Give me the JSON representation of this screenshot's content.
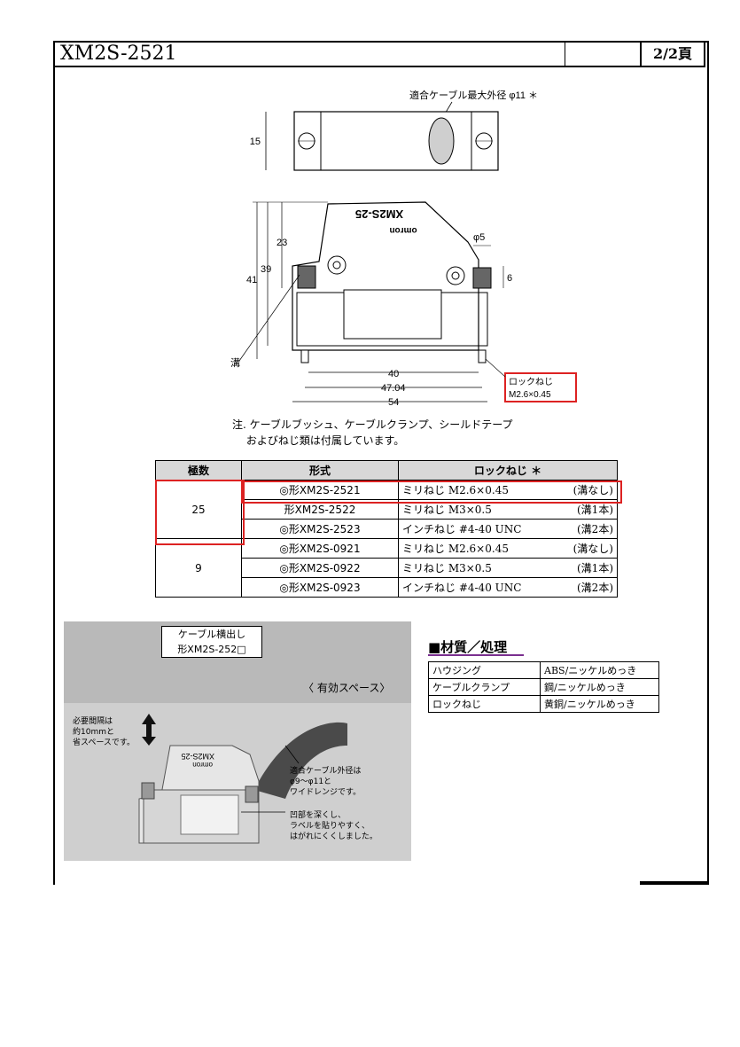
{
  "header": {
    "title": "XM2S-2521",
    "page": "2/2頁"
  },
  "drawing": {
    "top_callout": "適合ケーブル最大外径 φ11 ＊",
    "dim_15": "15",
    "brand": "omron",
    "model_mark": "XM2S-25",
    "dim_23": "23",
    "dim_39": "39",
    "dim_41": "41",
    "dim_phi5": "φ5",
    "dim_6": "6",
    "groove": "溝",
    "dim_40": "40",
    "dim_4704": "47.04",
    "dim_54": "54",
    "lock_line1": "ロックねじ",
    "lock_line2": "M2.6×0.45"
  },
  "note": "注. ケーブルブッシュ、ケーブルクランプ、シールドテープ\n　 およびねじ類は付属しています。",
  "spec_table": {
    "headers": [
      "極数",
      "形式",
      "ロックねじ ＊"
    ],
    "groups": [
      {
        "poles": "25",
        "rows": [
          {
            "model": "◎形XM2S-2521",
            "screw": "ミリねじ M2.6×0.45",
            "groove": "(溝なし)"
          },
          {
            "model": "形XM2S-2522",
            "screw": "ミリねじ M3×0.5",
            "groove": "(溝1本)"
          },
          {
            "model": "◎形XM2S-2523",
            "screw": "インチねじ #4-40 UNC",
            "groove": "(溝2本)"
          }
        ]
      },
      {
        "poles": "9",
        "rows": [
          {
            "model": "◎形XM2S-0921",
            "screw": "ミリねじ M2.6×0.45",
            "groove": "(溝なし)"
          },
          {
            "model": "◎形XM2S-0922",
            "screw": "ミリねじ M3×0.5",
            "groove": "(溝1本)"
          },
          {
            "model": "◎形XM2S-0923",
            "screw": "インチねじ #4-40 UNC",
            "groove": "(溝2本)"
          }
        ]
      }
    ]
  },
  "photo": {
    "callout_line1": "ケーブル横出し",
    "callout_line2": "形XM2S-252□",
    "effective_space": "〈 有効スペース〉",
    "left_note": "必要間隔は\n約10mmと\n省スペースです。",
    "cable_note": "適合ケーブル外径は\nφ9〜φ11と\nワイドレンジです。",
    "label_note": "凹部を深くし、\nラベルを貼りやすく、\nはがれにくくしました。",
    "mark": "XM2S-25",
    "brand": "omron"
  },
  "materials": {
    "title": "■材質／処理",
    "rows": [
      {
        "part": "ハウジング",
        "material": "ABS/ニッケルめっき"
      },
      {
        "part": "ケーブルクランプ",
        "material": "鋼/ニッケルめっき"
      },
      {
        "part": "ロックねじ",
        "material": "黄銅/ニッケルめっき"
      }
    ]
  },
  "colors": {
    "highlight": "#dd2222",
    "header_bg": "#d8d8d8",
    "underline": "#7a2f8f"
  }
}
